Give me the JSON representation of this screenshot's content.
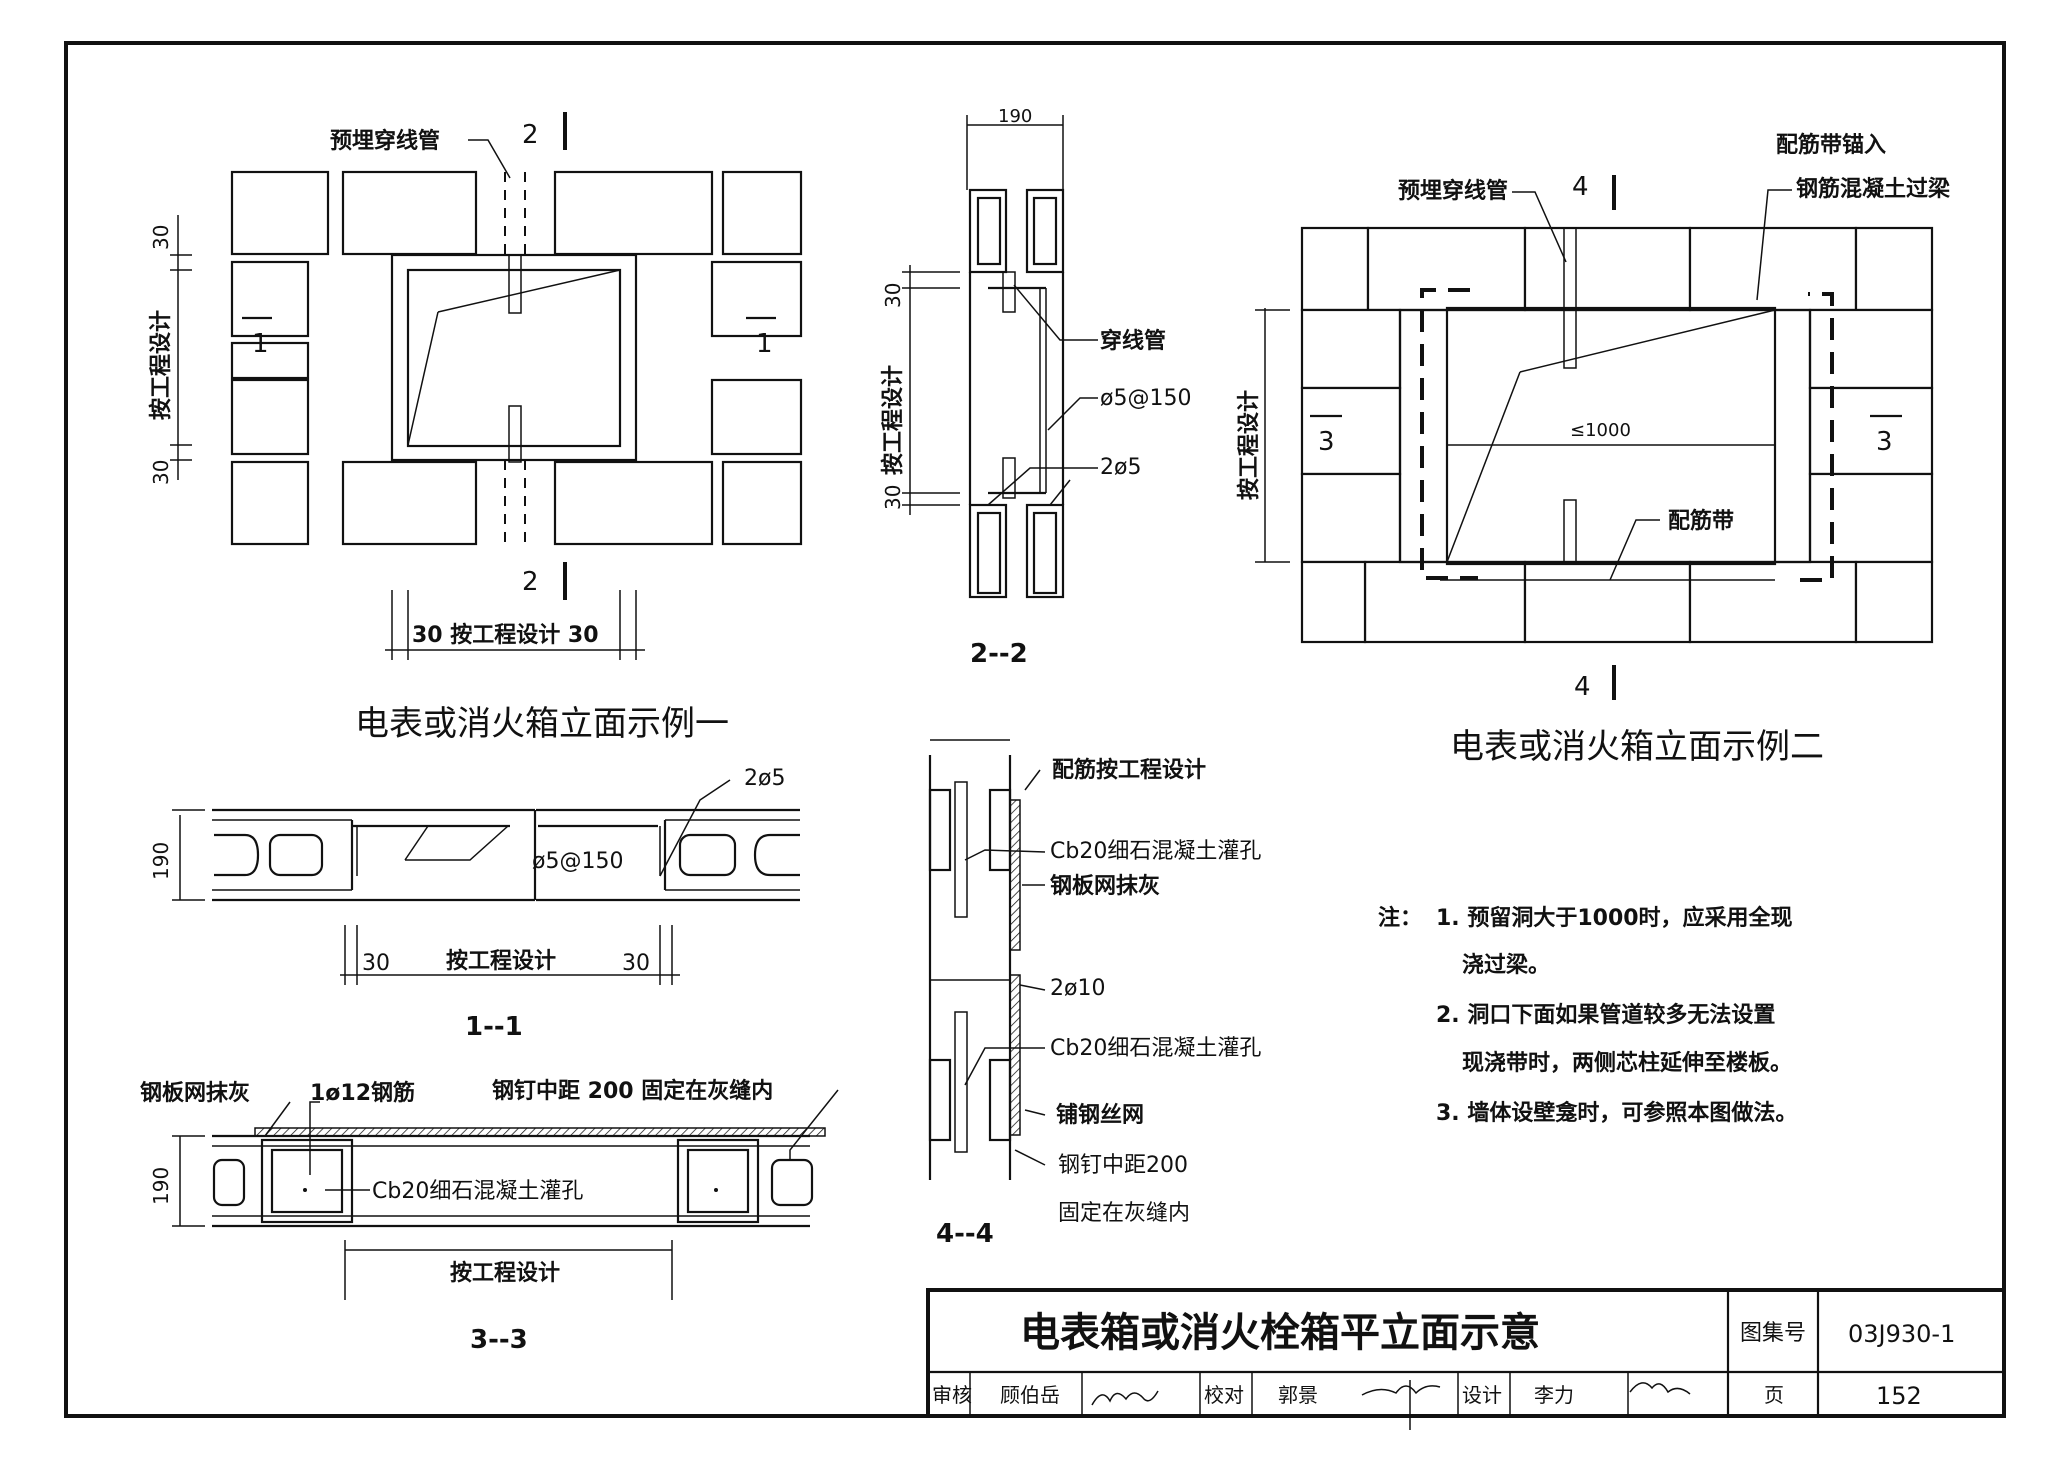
{
  "elev1": {
    "title": "电表或消火箱立面示例一",
    "pipe_label": "预埋穿线管",
    "sec_top": "2",
    "sec_bottom": "2",
    "sec_left": "1",
    "sec_right": "1",
    "dim_left_top": "30",
    "dim_left_mid": "按工程设计",
    "dim_left_bot": "30",
    "dim_bottom": "30  按工程设计 30"
  },
  "sec22": {
    "title": "2--2",
    "dim_top": "190",
    "dim_30a": "30",
    "dim_design": "按工程设计",
    "dim_30b": "30",
    "label_pipe": "穿线管",
    "label_stirrup": "ø5@150",
    "label_bars": "2ø5"
  },
  "elev2": {
    "title": "电表或消火箱立面示例二",
    "pipe_label": "预埋穿线管",
    "sec_top": "4",
    "sec_bottom": "4",
    "sec_left": "3",
    "sec_right": "3",
    "anchor_label_1": "配筋带锚入",
    "anchor_label_2": "钢筋混凝土过梁",
    "span_label": "≤1000",
    "band_label": "配筋带",
    "dim_left": "按工程设计"
  },
  "sec11": {
    "title": "1--1",
    "dim_h": "190",
    "label_bars": "2ø5",
    "label_stirrup": "ø5@150",
    "dim_bottom_a": "30",
    "dim_bottom_mid": "按工程设计",
    "dim_bottom_b": "30"
  },
  "sec44": {
    "title": "4--4",
    "l1": "配筋按工程设计",
    "l2": "Cb20细石混凝土灌孔",
    "l3": "钢板网抹灰",
    "l4": "2ø10",
    "l5": "Cb20细石混凝土灌孔",
    "l6": "铺钢丝网",
    "l7": "钢钉中距200",
    "l8": "固定在灰缝内"
  },
  "sec33": {
    "title": "3--3",
    "l1": "钢板网抹灰",
    "l2": "1ø12钢筋",
    "l3": "钢钉中距 200 固定在灰缝内",
    "l4": "Cb20细石混凝土灌孔",
    "dim_h": "190",
    "dim_bottom": "按工程设计"
  },
  "notes": {
    "head": "注：",
    "n1a": "1. 预留洞大于1000时，应采用全现",
    "n1b": "浇过梁。",
    "n2a": "2. 洞口下面如果管道较多无法设置",
    "n2b": "现浇带时，两侧芯柱延伸至楼板。",
    "n3": "3. 墙体设壁龛时，可参照本图做法。"
  },
  "titleblock": {
    "title": "电表箱或消火栓箱平立面示意",
    "atlas_label": "图集号",
    "atlas_no": "03J930-1",
    "review_label": "审核",
    "review_name": "顾伯岳",
    "check_label": "校对",
    "check_name": "郭景",
    "design_label": "设计",
    "design_name": "李力",
    "page_label": "页",
    "page_no": "152"
  }
}
